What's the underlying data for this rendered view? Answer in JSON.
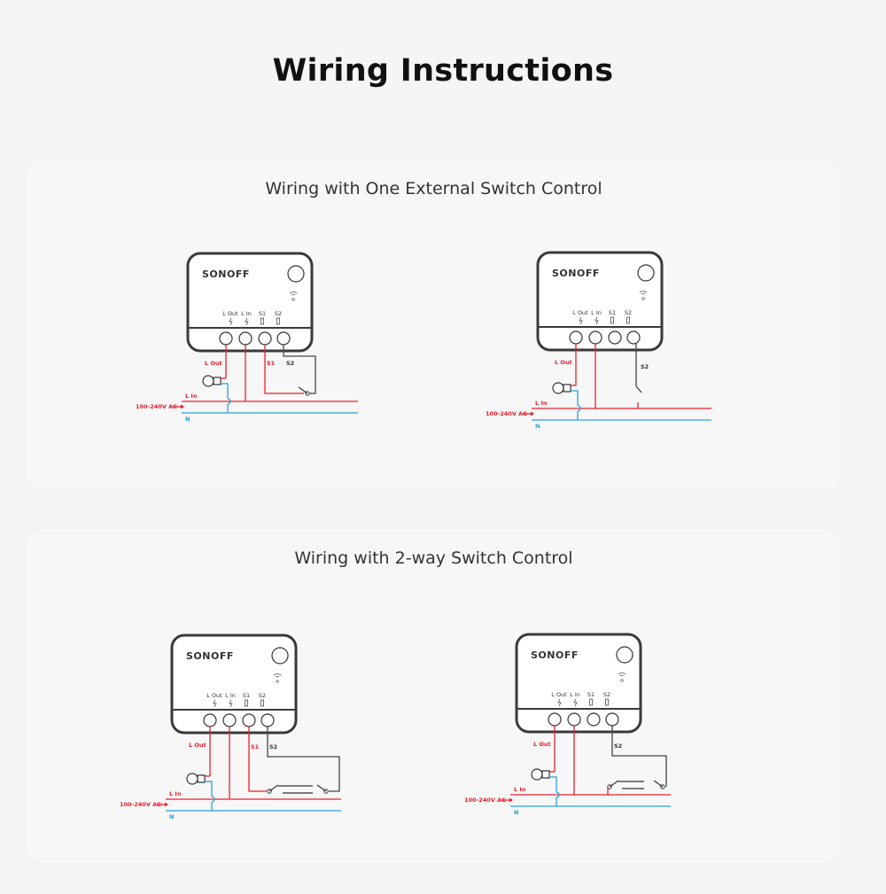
{
  "page_title": "Wiring Instructions",
  "sections": [
    {
      "title": "Wiring with One External Switch Control"
    },
    {
      "title": "Wiring with 2-way Switch Control"
    }
  ],
  "device": {
    "brand": "SONOFF",
    "terminals": [
      "L Out",
      "L In",
      "S1",
      "S2"
    ]
  },
  "wire_labels": {
    "l_out": "L Out",
    "l_in": "L In",
    "s1": "S1",
    "s2": "S2",
    "n": "N",
    "supply": "100-240V AC"
  },
  "colors": {
    "live": "#e8202f",
    "neutral": "#2aa0e0",
    "switch_wire": "#444444",
    "device_outline": "#3a3a3a"
  }
}
